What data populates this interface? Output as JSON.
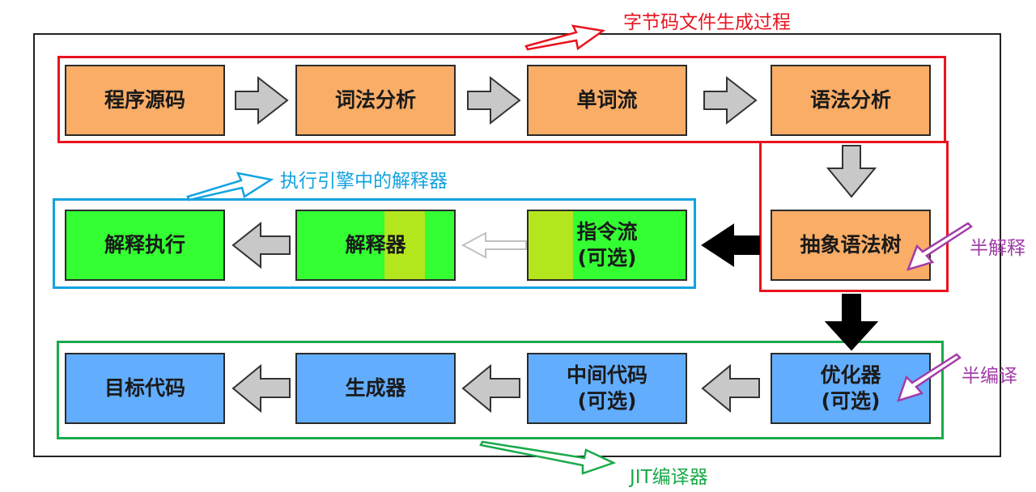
{
  "labels": {
    "bytecode_process": "字节码文件生成过程",
    "interpreter_in_engine": "执行引擎中的解释器",
    "half_interpret": "半解释",
    "half_compile": "半编译",
    "jit_compiler": "JIT编译器"
  },
  "colors": {
    "bytecode_group": "#e8141f",
    "interpreter_group": "#12a3e0",
    "jit_group": "#1aaa4a",
    "half_label": "#a23ca8",
    "orange_box": "#f9ad67",
    "green_box": "#33ff33",
    "blue_box": "#62adfe"
  },
  "row1": {
    "source_code": "程序源码",
    "lexical_analysis": "词法分析",
    "token_stream": "单词流",
    "syntax_analysis": "语法分析"
  },
  "row2": {
    "interpret_execute": "解释执行",
    "interpreter": "解释器",
    "instruction_stream": "指令流",
    "instruction_stream_optional": "(可选)",
    "abstract_syntax_tree": "抽象语法树"
  },
  "row3": {
    "target_code": "目标代码",
    "generator": "生成器",
    "intermediate_code": "中间代码",
    "intermediate_code_optional": "(可选)",
    "optimizer": "优化器",
    "optimizer_optional": "(可选)"
  }
}
